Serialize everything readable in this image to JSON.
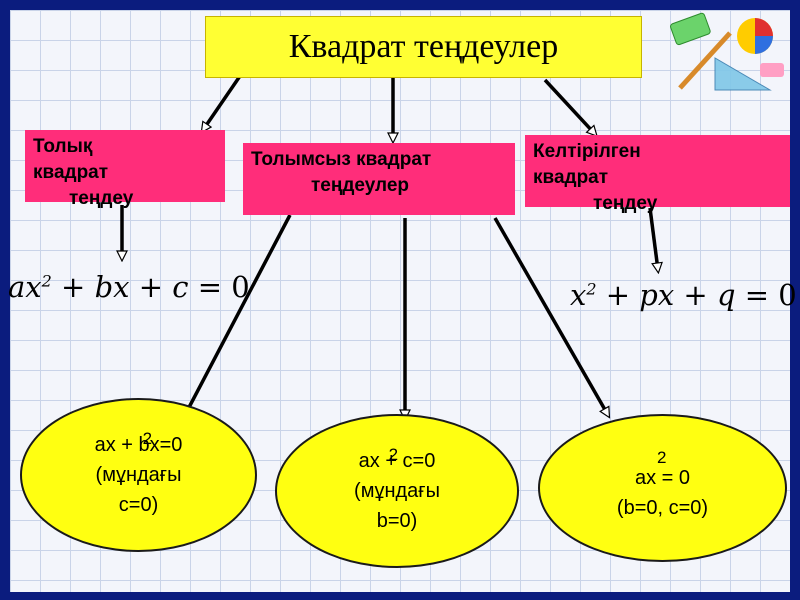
{
  "title": "Квадрат теңдеулер",
  "categories": {
    "full": {
      "lines": [
        "Толық",
        "квадрат",
        "теңдеу"
      ]
    },
    "incomplete": {
      "lines": [
        "Толымсыз квадрат",
        "теңдеулер"
      ]
    },
    "reduced": {
      "lines": [
        "Келтірілген",
        "квадрат",
        "теңдеу"
      ]
    }
  },
  "formulas": {
    "full": {
      "a": "ax",
      "exp": "2",
      "rest1": " + ",
      "b": "bx",
      "rest2": " + ",
      "c": "c",
      "eq": " = 0"
    },
    "reduced": {
      "x": "x",
      "exp": "2",
      "p": " + ",
      "px": "px",
      "q": " + ",
      "qv": "q",
      "eq": " = 0"
    }
  },
  "cases": [
    {
      "formula": "ax + bx=0",
      "exp": "2",
      "note": "(мұндағы",
      "cond": "c=0)"
    },
    {
      "formula": "ax + c=0",
      "exp": "2",
      "note": "(мұндағы",
      "cond": "b=0)"
    },
    {
      "formula": "ax = 0",
      "exp": "2",
      "cond": "(b=0, c=0)"
    }
  ],
  "colors": {
    "title_bg": "#ffff33",
    "category_bg": "#ff2d7a",
    "ellipse_bg": "#ffff11",
    "frame": "#0b1c7e"
  }
}
